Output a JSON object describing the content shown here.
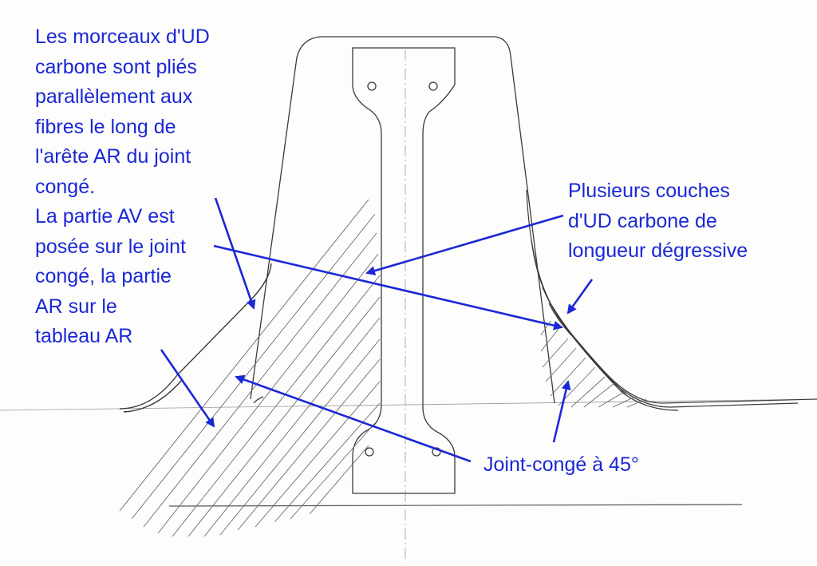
{
  "annotations": {
    "left": [
      "Les morceaux d'UD",
      "carbone sont pliés",
      "parallèlement aux",
      "fibres le long de",
      "l'arête AR du joint",
      "congé.",
      "La partie AV est",
      "posée sur le joint",
      "congé, la partie",
      "AR sur le",
      "tableau AR"
    ],
    "right": [
      "Plusieurs couches",
      "d'UD carbone de",
      "longueur dégressive"
    ],
    "bottom": "Joint-congé à 45°"
  },
  "colors": {
    "annotation": "#1a28d6",
    "pencil": "#3a3a3a",
    "paper": "#fdfdfc"
  }
}
